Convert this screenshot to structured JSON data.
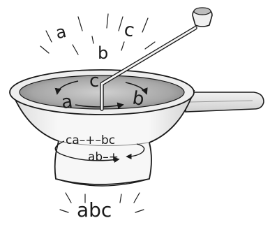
{
  "illustration": {
    "inputs": {
      "left": "a",
      "middle": "b",
      "right": "c"
    },
    "pot_rim_labels": {
      "top": "c",
      "left": "a",
      "right": "b"
    },
    "bowl_labels": {
      "line1": "ca–+–bc",
      "line2": "ab–+"
    },
    "output": "abc",
    "colors": {
      "ink": "#1a1a1a",
      "liquid": "#9a9a9a",
      "pot_shade": "#e6e6e6"
    }
  }
}
